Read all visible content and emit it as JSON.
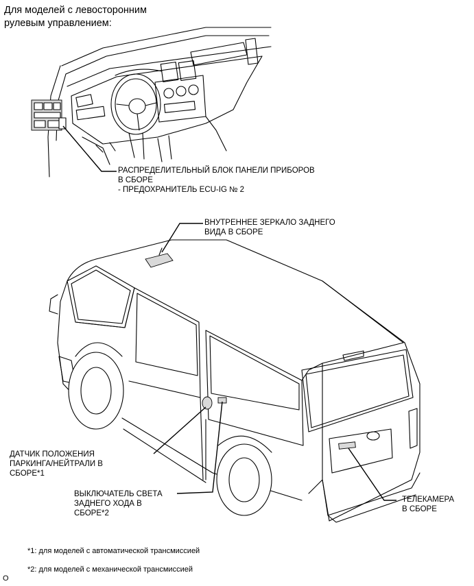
{
  "header": {
    "line1": "Для моделей с левосторонним",
    "line2": "рулевым управлением:"
  },
  "callouts": {
    "junction_block": {
      "line1": "РАСПРЕДЕЛИТЕЛЬНЫЙ БЛОК ПАНЕЛИ ПРИБОРОВ",
      "line2": "В СБОРЕ",
      "line3": "- ПРЕДОХРАНИТЕЛЬ ECU-IG № 2"
    },
    "inner_mirror": {
      "line1": "ВНУТРЕННЕЕ ЗЕРКАЛО ЗАДНЕГО",
      "line2": "ВИДА В СБОРЕ"
    },
    "park_neutral_sensor": {
      "line1": "ДАТЧИК ПОЛОЖЕНИЯ",
      "line2": "ПАРКИНГА/НЕЙТРАЛИ В",
      "line3": "СБОРЕ*1"
    },
    "backup_light_switch": {
      "line1": "ВЫКЛЮЧАТЕЛЬ СВЕТА",
      "line2": "ЗАДНЕГО ХОДА В",
      "line3": "СБОРЕ*2"
    },
    "camera": {
      "line1": "ТЕЛЕКАМЕРА",
      "line2": "В СБОРЕ"
    }
  },
  "notes": {
    "note1": "*1: для моделей с автоматической трансмиссией",
    "note2": "*2: для моделей с механической трансмиссией"
  },
  "corner_mark": "O"
}
